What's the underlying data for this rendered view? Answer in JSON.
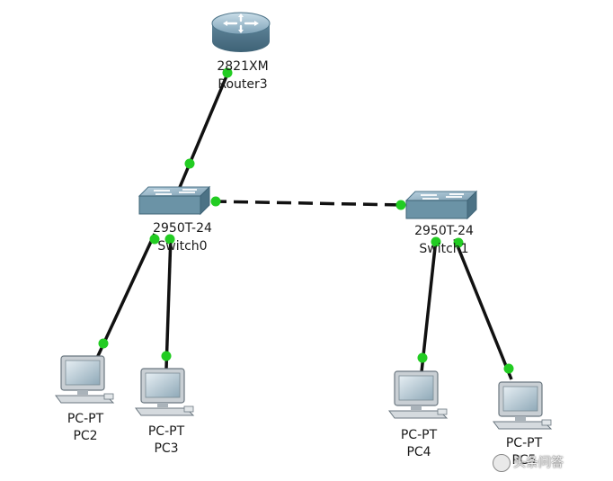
{
  "devices": {
    "router3": {
      "model": "2821XM",
      "name": "Router3"
    },
    "switch0": {
      "model": "2950T-24",
      "name": "Switch0"
    },
    "switch1": {
      "model": "2950T-24",
      "name": "Switch1"
    },
    "pc2": {
      "model": "PC-PT",
      "name": "PC2"
    },
    "pc3": {
      "model": "PC-PT",
      "name": "PC3"
    },
    "pc4": {
      "model": "PC-PT",
      "name": "PC4"
    },
    "pc5": {
      "model": "PC-PT",
      "name": "PC5"
    }
  },
  "watermark": {
    "text": "头条问答"
  },
  "colors": {
    "link": "#111111",
    "port_up": "#22cc22",
    "router_body": "#6f97ad",
    "switch_body": "#6b93a6",
    "pc_frame": "#c9cfd4",
    "pc_screen": "#9fb8c7"
  }
}
